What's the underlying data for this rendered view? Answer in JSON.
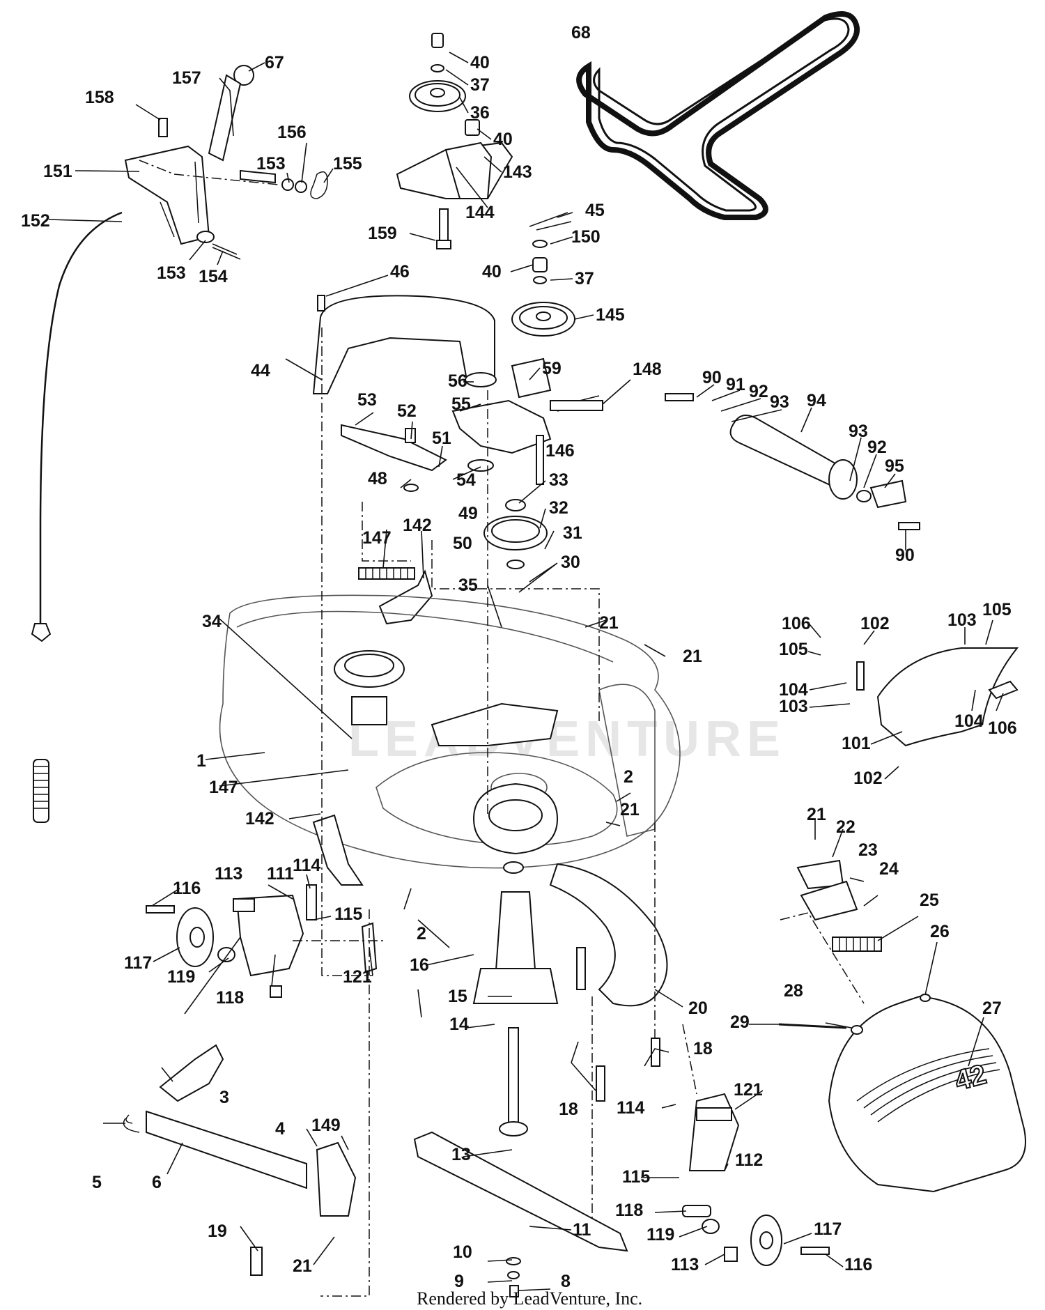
{
  "watermark": "LEADVENTURE",
  "footer": "Rendered by LeadVenture, Inc.",
  "hood_decal": "42",
  "callouts": [
    "1",
    "2",
    "3",
    "4",
    "5",
    "6",
    "8",
    "9",
    "10",
    "11",
    "13",
    "14",
    "15",
    "16",
    "18",
    "19",
    "20",
    "21",
    "22",
    "23",
    "24",
    "25",
    "26",
    "27",
    "28",
    "29",
    "30",
    "31",
    "32",
    "33",
    "34",
    "35",
    "36",
    "37",
    "40",
    "44",
    "45",
    "46",
    "48",
    "49",
    "50",
    "51",
    "52",
    "53",
    "54",
    "55",
    "56",
    "59",
    "67",
    "68",
    "90",
    "91",
    "92",
    "93",
    "94",
    "95",
    "101",
    "102",
    "103",
    "104",
    "105",
    "106",
    "111",
    "112",
    "113",
    "114",
    "115",
    "116",
    "117",
    "118",
    "119",
    "121",
    "142",
    "143",
    "144",
    "145",
    "146",
    "147",
    "148",
    "149",
    "150",
    "151",
    "152",
    "153",
    "154",
    "155",
    "156",
    "157",
    "158",
    "159"
  ]
}
